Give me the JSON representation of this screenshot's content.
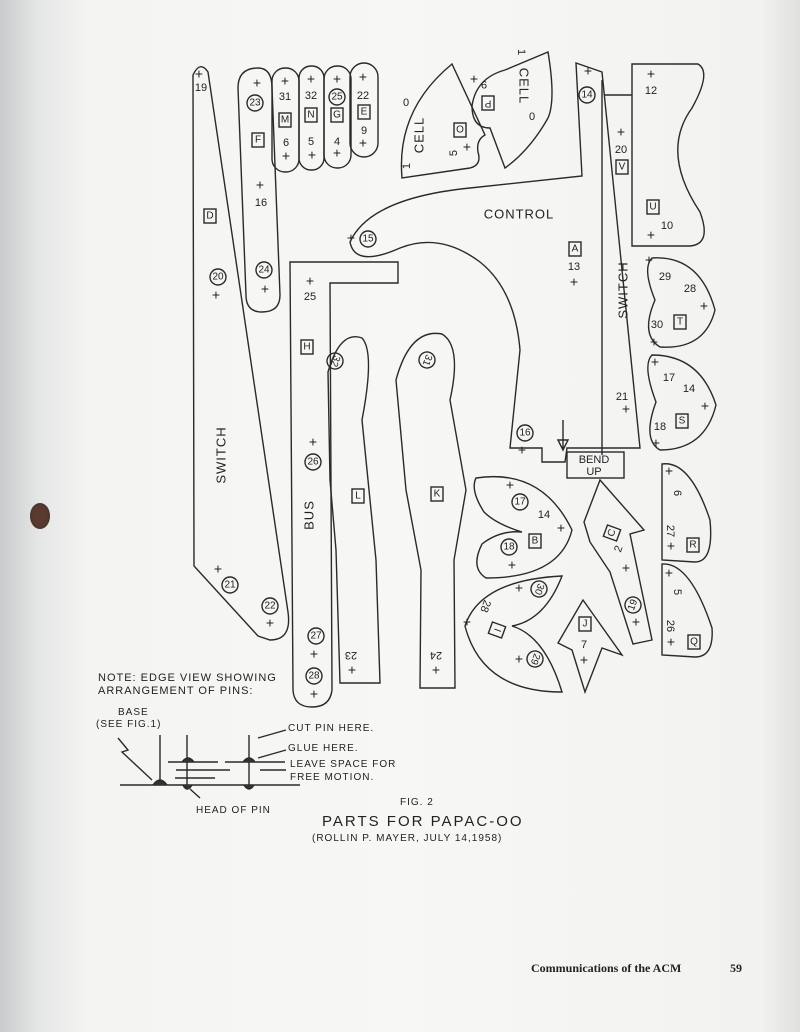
{
  "figure": {
    "fig_number": "FIG. 2",
    "title": "PARTS FOR PAPAC-OO",
    "subtitle": "(ROLLIN P. MAYER, JULY 14,1958)",
    "note_line1": "NOTE: EDGE VIEW SHOWING",
    "note_line2": "ARRANGEMENT OF PINS:",
    "base_label1": "BASE",
    "base_label2": "(SEE FIG.1)",
    "cut_pin": "CUT PIN HERE.",
    "glue": "GLUE HERE.",
    "leave_space1": "LEAVE SPACE FOR",
    "leave_space2": "FREE MOTION.",
    "head_of_pin": "HEAD OF PIN",
    "labels": [
      {
        "t": "+"
      },
      {
        "t": "19"
      },
      {
        "t": "D",
        "m": "box"
      },
      {
        "t": "20",
        "m": "circle"
      },
      {
        "t": "+"
      },
      {
        "t": "SWITCH",
        "m": "big"
      },
      {
        "t": "+"
      },
      {
        "t": "21",
        "m": "circle"
      },
      {
        "t": "22",
        "m": "circle"
      },
      {
        "t": "+"
      },
      {
        "t": "+"
      },
      {
        "t": "23",
        "m": "circle"
      },
      {
        "t": "F",
        "m": "box"
      },
      {
        "t": "+"
      },
      {
        "t": "16"
      },
      {
        "t": "24",
        "m": "circle"
      },
      {
        "t": "+"
      },
      {
        "t": "+"
      },
      {
        "t": "31"
      },
      {
        "t": "M",
        "m": "box"
      },
      {
        "t": "6"
      },
      {
        "t": "+"
      },
      {
        "t": "+"
      },
      {
        "t": "32"
      },
      {
        "t": "N",
        "m": "box"
      },
      {
        "t": "5"
      },
      {
        "t": "+"
      },
      {
        "t": "+"
      },
      {
        "t": "25",
        "m": "circle"
      },
      {
        "t": "G",
        "m": "box"
      },
      {
        "t": "4"
      },
      {
        "t": "+"
      },
      {
        "t": "+"
      },
      {
        "t": "22"
      },
      {
        "t": "E",
        "m": "box"
      },
      {
        "t": "9"
      },
      {
        "t": "+"
      },
      {
        "t": "CELL",
        "m": "big"
      },
      {
        "t": "1"
      },
      {
        "t": "0"
      },
      {
        "t": "O",
        "m": "box"
      },
      {
        "t": "5"
      },
      {
        "t": "+"
      },
      {
        "t": "P",
        "m": "box"
      },
      {
        "t": "9"
      },
      {
        "t": "+"
      },
      {
        "t": "CELL",
        "m": "big"
      },
      {
        "t": "1"
      },
      {
        "t": "0"
      },
      {
        "t": "CONTROL",
        "m": "big"
      },
      {
        "t": "+"
      },
      {
        "t": "15",
        "m": "circle"
      },
      {
        "t": "+"
      },
      {
        "t": "14",
        "m": "circle"
      },
      {
        "t": "+"
      },
      {
        "t": "20"
      },
      {
        "t": "V",
        "m": "box"
      },
      {
        "t": "A",
        "m": "box"
      },
      {
        "t": "13"
      },
      {
        "t": "+"
      },
      {
        "t": "SWITCH",
        "m": "big"
      },
      {
        "t": "21"
      },
      {
        "t": "+"
      },
      {
        "t": "+"
      },
      {
        "t": "12"
      },
      {
        "t": "U",
        "m": "box"
      },
      {
        "t": "10"
      },
      {
        "t": "+"
      },
      {
        "t": "+"
      },
      {
        "t": "29"
      },
      {
        "t": "28"
      },
      {
        "t": "+"
      },
      {
        "t": "30"
      },
      {
        "t": "T",
        "m": "box"
      },
      {
        "t": "+"
      },
      {
        "t": "+"
      },
      {
        "t": "17"
      },
      {
        "t": "14"
      },
      {
        "t": "+"
      },
      {
        "t": "S",
        "m": "box"
      },
      {
        "t": "18"
      },
      {
        "t": "+"
      },
      {
        "t": "BEND"
      },
      {
        "t": "UP"
      },
      {
        "t": "16",
        "m": "circle"
      },
      {
        "t": "+"
      },
      {
        "t": "+"
      },
      {
        "t": "25"
      },
      {
        "t": "H",
        "m": "box"
      },
      {
        "t": "+"
      },
      {
        "t": "26",
        "m": "circle"
      },
      {
        "t": "BUS",
        "m": "big"
      },
      {
        "t": "27",
        "m": "circle"
      },
      {
        "t": "+"
      },
      {
        "t": "28",
        "m": "circle"
      },
      {
        "t": "+"
      },
      {
        "t": "32",
        "m": "circle"
      },
      {
        "t": "L",
        "m": "box"
      },
      {
        "t": "23"
      },
      {
        "t": "+"
      },
      {
        "t": "31",
        "m": "circle"
      },
      {
        "t": "K",
        "m": "box"
      },
      {
        "t": "24"
      },
      {
        "t": "+"
      },
      {
        "t": "+"
      },
      {
        "t": "17",
        "m": "circle"
      },
      {
        "t": "14"
      },
      {
        "t": "+"
      },
      {
        "t": "B",
        "m": "box"
      },
      {
        "t": "18",
        "m": "circle"
      },
      {
        "t": "+"
      },
      {
        "t": "+"
      },
      {
        "t": "30",
        "m": "circle"
      },
      {
        "t": "+"
      },
      {
        "t": "28"
      },
      {
        "t": "I",
        "m": "box"
      },
      {
        "t": "+"
      },
      {
        "t": "29",
        "m": "circle"
      },
      {
        "t": "C",
        "m": "box"
      },
      {
        "t": "2"
      },
      {
        "t": "+"
      },
      {
        "t": "19",
        "m": "circle"
      },
      {
        "t": "+"
      },
      {
        "t": "J",
        "m": "box"
      },
      {
        "t": "7"
      },
      {
        "t": "+"
      },
      {
        "t": "+"
      },
      {
        "t": "6"
      },
      {
        "t": "27"
      },
      {
        "t": "+"
      },
      {
        "t": "R",
        "m": "box"
      },
      {
        "t": "+"
      },
      {
        "t": "5"
      },
      {
        "t": "26"
      },
      {
        "t": "+"
      },
      {
        "t": "Q",
        "m": "box"
      }
    ]
  },
  "footer": {
    "journal": "Communications of the ACM",
    "page": "59"
  }
}
